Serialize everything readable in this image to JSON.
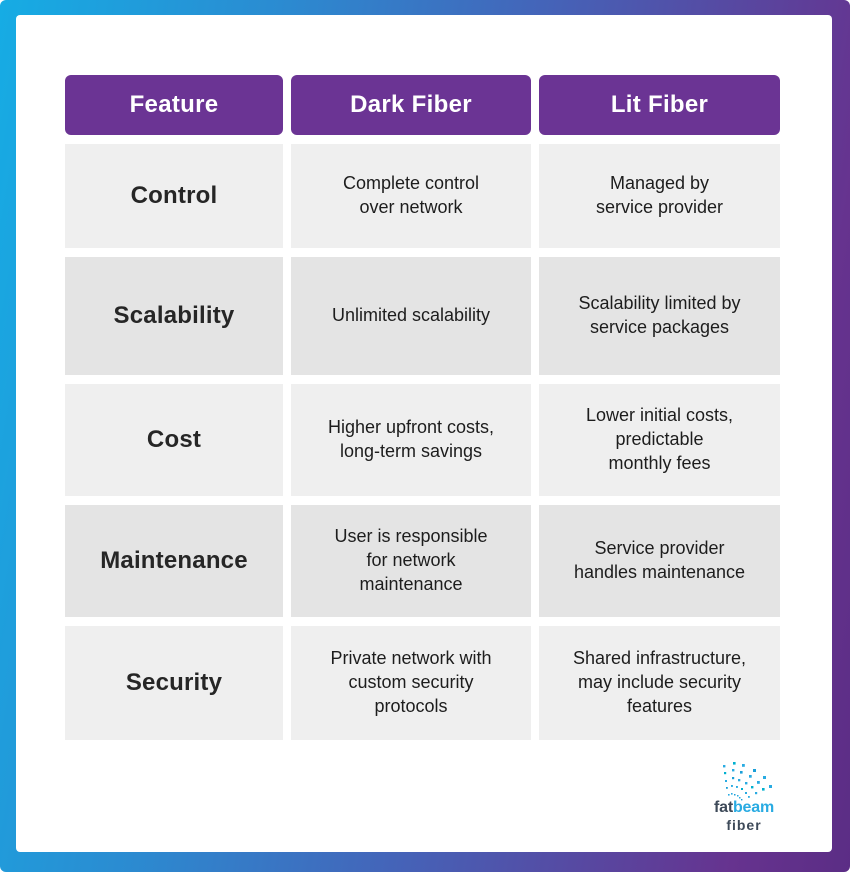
{
  "colors": {
    "frame_gradient_left": "#16ace4",
    "frame_gradient_mid": "#4563b8",
    "frame_gradient_right": "#5b2d85",
    "header_background": "#6b3494",
    "header_text": "#ffffff",
    "row_light": "#efefef",
    "row_dark": "#e4e4e4",
    "feature_text": "#262626",
    "cell_text": "#1d1d1d",
    "logo_cyan": "#29abe2",
    "logo_slate": "#3e4a59"
  },
  "table": {
    "headers": [
      {
        "label": "Feature"
      },
      {
        "label": "Dark Fiber"
      },
      {
        "label": "Lit Fiber"
      }
    ],
    "rows": [
      {
        "feature": "Control",
        "dark_fiber": "Complete control\nover network",
        "lit_fiber": "Managed by\nservice provider"
      },
      {
        "feature": "Scalability",
        "dark_fiber": "Unlimited scalability",
        "lit_fiber": "Scalability limited by\nservice packages"
      },
      {
        "feature": "Cost",
        "dark_fiber": "Higher upfront costs,\nlong-term savings",
        "lit_fiber": "Lower initial costs,\npredictable\nmonthly fees"
      },
      {
        "feature": "Maintenance",
        "dark_fiber": "User is responsible\nfor network\nmaintenance",
        "lit_fiber": "Service provider\nhandles maintenance"
      },
      {
        "feature": "Security",
        "dark_fiber": "Private network with\ncustom security\nprotocols",
        "lit_fiber": "Shared infrastructure,\nmay include security\nfeatures"
      }
    ]
  },
  "logo": {
    "word1": "fat",
    "word2": "beam",
    "word3": "fiber"
  }
}
